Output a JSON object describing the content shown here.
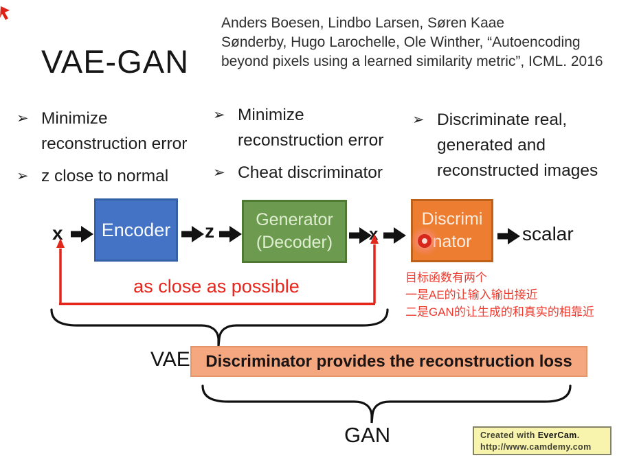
{
  "header": {
    "title": "VAE-GAN",
    "citation_lines": [
      "Anders Boesen, Lindbo Larsen, Søren Kaae",
      "Sønderby, Hugo Larochelle, Ole Winther, “Autoencoding",
      "beyond pixels using a learned similarity metric”, ICML. 2016"
    ]
  },
  "bullets": {
    "glyph": "➢",
    "col1": [
      [
        "Minimize",
        "reconstruction error"
      ],
      [
        "z close to normal"
      ]
    ],
    "col2": [
      [
        "Minimize",
        "reconstruction error"
      ],
      [
        "Cheat discriminator"
      ]
    ],
    "col3": [
      [
        "Discriminate real,",
        "generated and",
        "reconstructed images"
      ]
    ]
  },
  "diagram": {
    "input_label": "x",
    "encoder_label": "Encoder",
    "latent_label": "z",
    "generator_line1": "Generator",
    "generator_line2": "(Decoder)",
    "reconstruction_label": "x",
    "discriminator_line1": "Discrimi",
    "discriminator_line2": "nator",
    "output_label": "scalar",
    "colors": {
      "encoder": "#4472C4",
      "generator": "#6C9B50",
      "discriminator": "#ED7D31"
    }
  },
  "annotations": {
    "as_close": "as close as possible",
    "note_lines": [
      "目标函数有两个",
      "一是AE的让输入输出接近",
      "二是GAN的让生成的和真实的相靠近"
    ],
    "vae_label": "VAE",
    "vae_box_text": "Discriminator provides the reconstruction loss",
    "gan_label": "GAN",
    "colors": {
      "red": "#E8251C",
      "note_red": "#EE3A2E",
      "vae_box": "#F5A77F"
    }
  },
  "badge": {
    "prefix": "Created with ",
    "brand": "EverCam",
    "suffix": ".",
    "url": "http://www.camdemy.com",
    "bg": "#F8F4AE"
  }
}
